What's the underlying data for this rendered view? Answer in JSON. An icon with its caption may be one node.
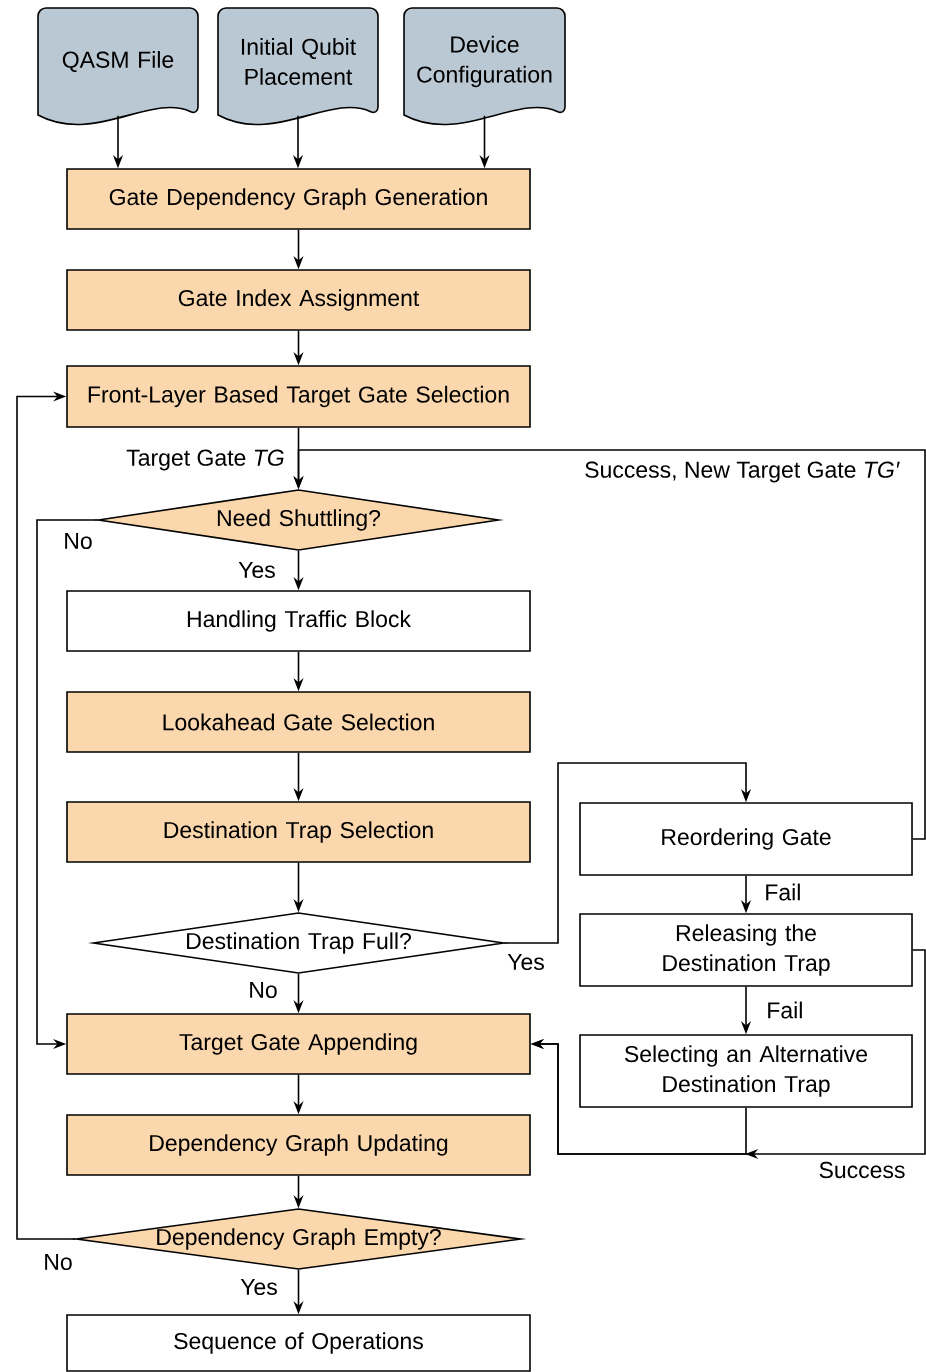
{
  "diagram": {
    "nodes": [
      {
        "text": [
          "QASM File"
        ]
      },
      {
        "text": [
          "Initial Qubit Placement"
        ]
      },
      {
        "text": [
          "Device Configuration"
        ]
      },
      {
        "text": [
          "Gate Dependency Graph Generation"
        ]
      },
      {
        "text": [
          "Gate Index Assignment"
        ]
      },
      {
        "text": [
          "Front-Layer Based Target Gate Selection"
        ]
      },
      {
        "text": [
          "Need Shuttling?"
        ]
      },
      {
        "text": [
          "Handling Traffic Block"
        ]
      },
      {
        "text": [
          "Lookahead Gate Selection"
        ]
      },
      {
        "text": [
          "Destination Trap Selection"
        ]
      },
      {
        "text": [
          "Destination Trap Full?"
        ]
      },
      {
        "text": [
          "Target Gate Appending"
        ]
      },
      {
        "text": [
          "Dependency Graph Updating"
        ]
      },
      {
        "text": [
          "Dependency Graph Empty?"
        ]
      },
      {
        "text": [
          "Sequence of Operations"
        ]
      },
      {
        "text": [
          "Reordering Gate"
        ]
      },
      {
        "text": [
          "Releasing the Destination Trap"
        ]
      },
      {
        "text": [
          "Selecting an Alternative Destination Trap"
        ]
      }
    ],
    "edges": [
      {
        "from": 0,
        "to": 3,
        "arrow": "to"
      },
      {
        "from": 1,
        "to": 3,
        "arrow": "to"
      },
      {
        "from": 2,
        "to": 3,
        "arrow": "to"
      },
      {
        "from": 3,
        "to": 4,
        "arrow": "to"
      },
      {
        "from": 4,
        "to": 5,
        "arrow": "to"
      },
      {
        "from": 5,
        "to": 6,
        "arrow": "to",
        "label": "Target Gate *TG*"
      },
      {
        "from": 6,
        "to": 7,
        "arrow": "to",
        "label": "Yes"
      },
      {
        "from": 6,
        "to": 11,
        "arrow": "to",
        "label": "No"
      },
      {
        "from": 7,
        "to": 8,
        "arrow": "to"
      },
      {
        "from": 8,
        "to": 9,
        "arrow": "to"
      },
      {
        "from": 9,
        "to": 10,
        "arrow": "to"
      },
      {
        "from": 10,
        "to": 11,
        "arrow": "to",
        "label": "No"
      },
      {
        "from": 10,
        "to": 15,
        "arrow": "to",
        "label": "Yes"
      },
      {
        "from": 15,
        "to": 16,
        "arrow": "to",
        "label": "Fail"
      },
      {
        "from": 16,
        "to": 17,
        "arrow": "to",
        "label": "Fail"
      },
      {
        "from": 17,
        "to": 11,
        "arrow": "to"
      },
      {
        "from": 15,
        "to": 6,
        "arrow": "to",
        "label": "Success, New Target Gate *TG′*"
      },
      {
        "from": 16,
        "to": 11,
        "arrow": "to",
        "label": "Success"
      },
      {
        "from": 11,
        "to": 12,
        "arrow": "to"
      },
      {
        "from": 12,
        "to": 13,
        "arrow": "to"
      },
      {
        "from": 13,
        "to": 14,
        "arrow": "to",
        "label": "Yes"
      },
      {
        "from": 13,
        "to": 5,
        "arrow": "to",
        "label": "No"
      }
    ]
  }
}
